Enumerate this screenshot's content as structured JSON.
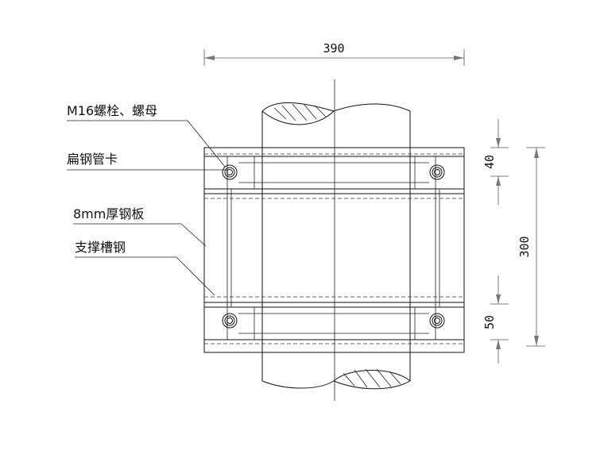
{
  "dimensions": {
    "overall_width": "390",
    "overall_height": "300",
    "top_band": "40",
    "bottom_band": "50"
  },
  "labels": {
    "bolt_nut": "M16螺栓、螺母",
    "flat_steel_clamp": "扁钢管卡",
    "steel_plate": "8mm厚钢板",
    "support_channel": "支撑槽钢"
  }
}
